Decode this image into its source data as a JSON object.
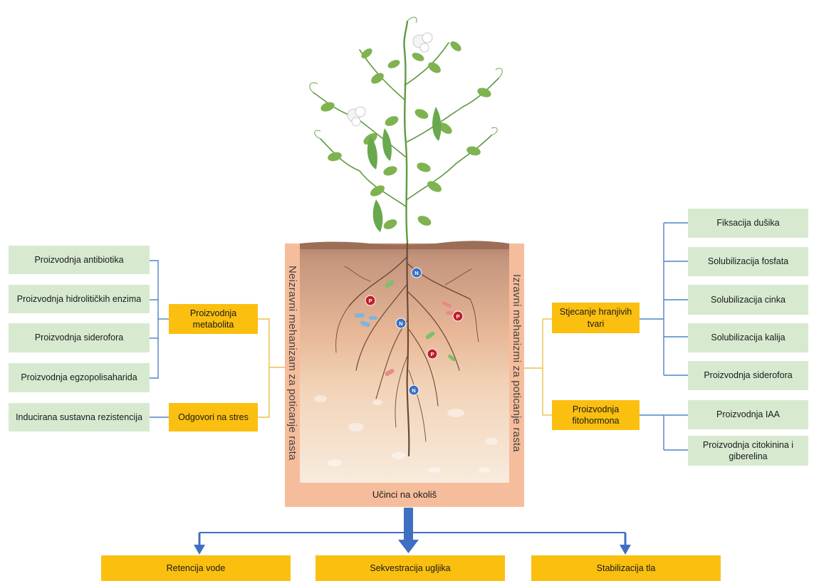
{
  "left": {
    "items": [
      "Proizvodnja antibiotika",
      "Proizvodnja hidrolitičkih enzima",
      "Proizvodnja siderofora",
      "Proizvodnja egzopolisaharida",
      "Inducirana sustavna rezistencija"
    ],
    "categories": [
      {
        "line1": "Proizvodnja",
        "line2": "metabolita"
      },
      {
        "line1": "Odgovori na stres",
        "line2": ""
      }
    ],
    "vertical_label": "Neizravni mehanizam za poticanje rasta"
  },
  "right": {
    "categories": [
      {
        "line1": "Stjecanje hranjivih",
        "line2": "tvari"
      },
      {
        "line1": "Proizvodnja",
        "line2": "fitohormona"
      }
    ],
    "items": [
      "Fiksacija dušika",
      "Solubilizacija fosfata",
      "Solubilizacija cinka",
      "Solubilizacija kalija",
      "Proizvodnja siderofora",
      "Proizvodnja IAA"
    ],
    "item_last": {
      "line1": "Proizvodnja citokinina i",
      "line2": "giberelina"
    },
    "vertical_label": "Izravni mehanizmi za poticanje rasta"
  },
  "bottom": {
    "label": "Učinci na okoliš",
    "effects": [
      "Retencija vode",
      "Sekvestracija ugljika",
      "Stabilizacija tla"
    ]
  },
  "soil_markers": {
    "nitrogen": "N",
    "phosphorus": "P"
  },
  "colors": {
    "green_box": "#d7ead0",
    "gold_box": "#fbbf0f",
    "salmon_panel": "#f6bd9c",
    "connector_line": "#4f83c4",
    "gold_line": "#e8c14a",
    "arrow_blue": "#3f6fc2"
  }
}
